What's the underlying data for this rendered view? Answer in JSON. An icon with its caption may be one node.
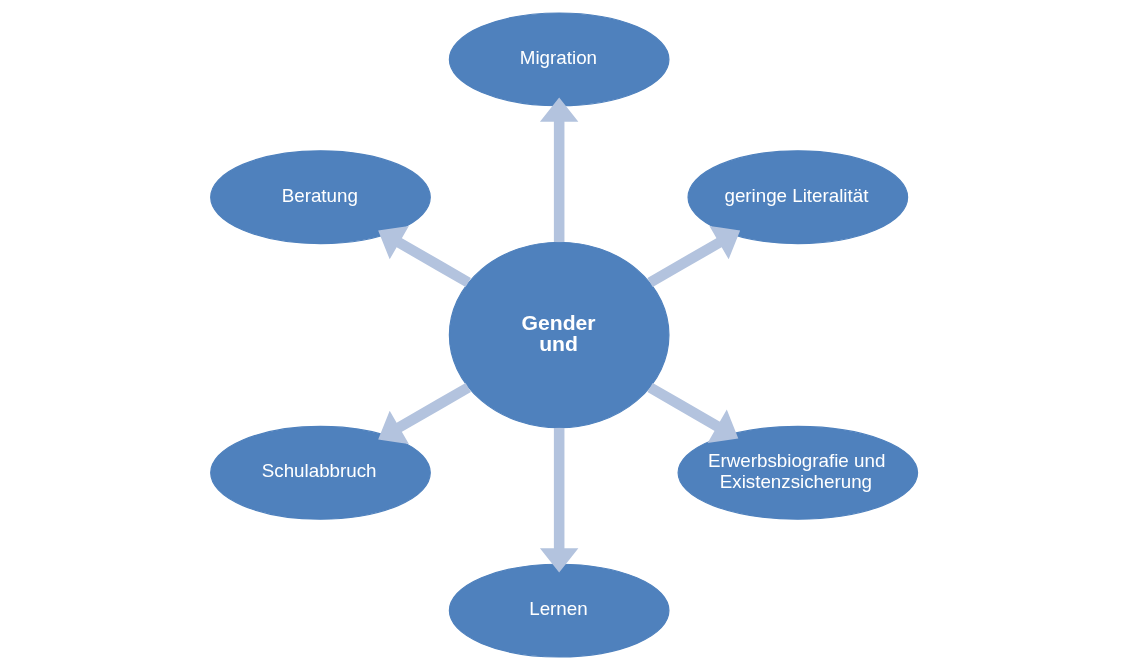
{
  "diagram": {
    "nodes": [
      {
        "text": [
          "geringe Literalität"
        ]
      },
      {
        "text": [
          "Migration"
        ]
      },
      {
        "text": [
          "Beratung"
        ]
      },
      {
        "text": [
          "Gender und"
        ]
      },
      {
        "text": [
          "Schulabbruch"
        ]
      },
      {
        "text": [
          "Lernen"
        ]
      },
      {
        "text": [
          "Erwerbsbiografie und Existenzsicherung"
        ]
      }
    ],
    "edges": [
      {
        "from": 3,
        "to": 0,
        "arrow": "to"
      },
      {
        "from": 3,
        "to": 1,
        "arrow": "to"
      },
      {
        "from": 3,
        "to": 4,
        "arrow": "to"
      },
      {
        "from": 3,
        "to": 6,
        "arrow": "to"
      },
      {
        "from": 3,
        "to": 5,
        "arrow": "to"
      },
      {
        "from": 3,
        "to": 2,
        "arrow": "to"
      }
    ]
  }
}
